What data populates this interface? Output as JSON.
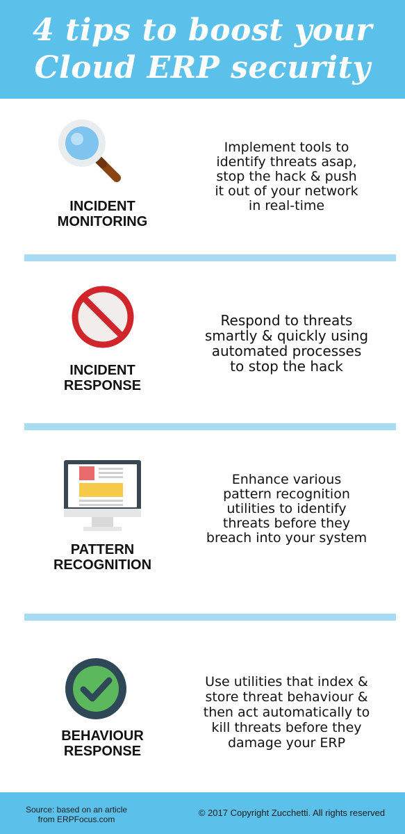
{
  "header": {
    "title_line1": "4 tips to boost your",
    "title_line2": "Cloud ERP security",
    "background": "#5bc1ea"
  },
  "tips": [
    {
      "icon": "magnifying-glass-icon",
      "label_lines": [
        "INCIDENT",
        "MONITORING"
      ],
      "desc_lines": [
        "Implement tools to",
        "identify threats asap,",
        "stop the hack & push",
        "it out of your network",
        "in real-time"
      ]
    },
    {
      "icon": "prohibited-sign-icon",
      "label_lines": [
        "INCIDENT",
        "RESPONSE"
      ],
      "desc_lines": [
        "Respond to threats",
        "smartly & quickly using",
        "automated processes",
        "to stop the hack"
      ]
    },
    {
      "icon": "computer-monitor-icon",
      "label_lines": [
        "PATTERN",
        "RECOGNITION"
      ],
      "desc_lines": [
        "Enhance various",
        "pattern recognition",
        "utilities to identify",
        "threats before they",
        "breach into your system"
      ]
    },
    {
      "icon": "check-mark-icon",
      "label_lines": [
        "BEHAVIOUR",
        "RESPONSE"
      ],
      "desc_lines": [
        "Use utilities that index &",
        "store threat behaviour &",
        "then act automatically to",
        "kill threats before they",
        "damage your ERP"
      ]
    }
  ],
  "footer": {
    "source_line1": "Source: based on an article",
    "source_line2": "from ERPFocus.com",
    "copyright": "© 2017 Copyright Zucchetti. All rights reserved"
  },
  "colors": {
    "header_blue": "#5bc1ea",
    "divider_blue": "#a8dcf3",
    "prohibit_red": "#d0262b",
    "check_green": "#5cb85c",
    "check_ring": "#2f4858"
  }
}
